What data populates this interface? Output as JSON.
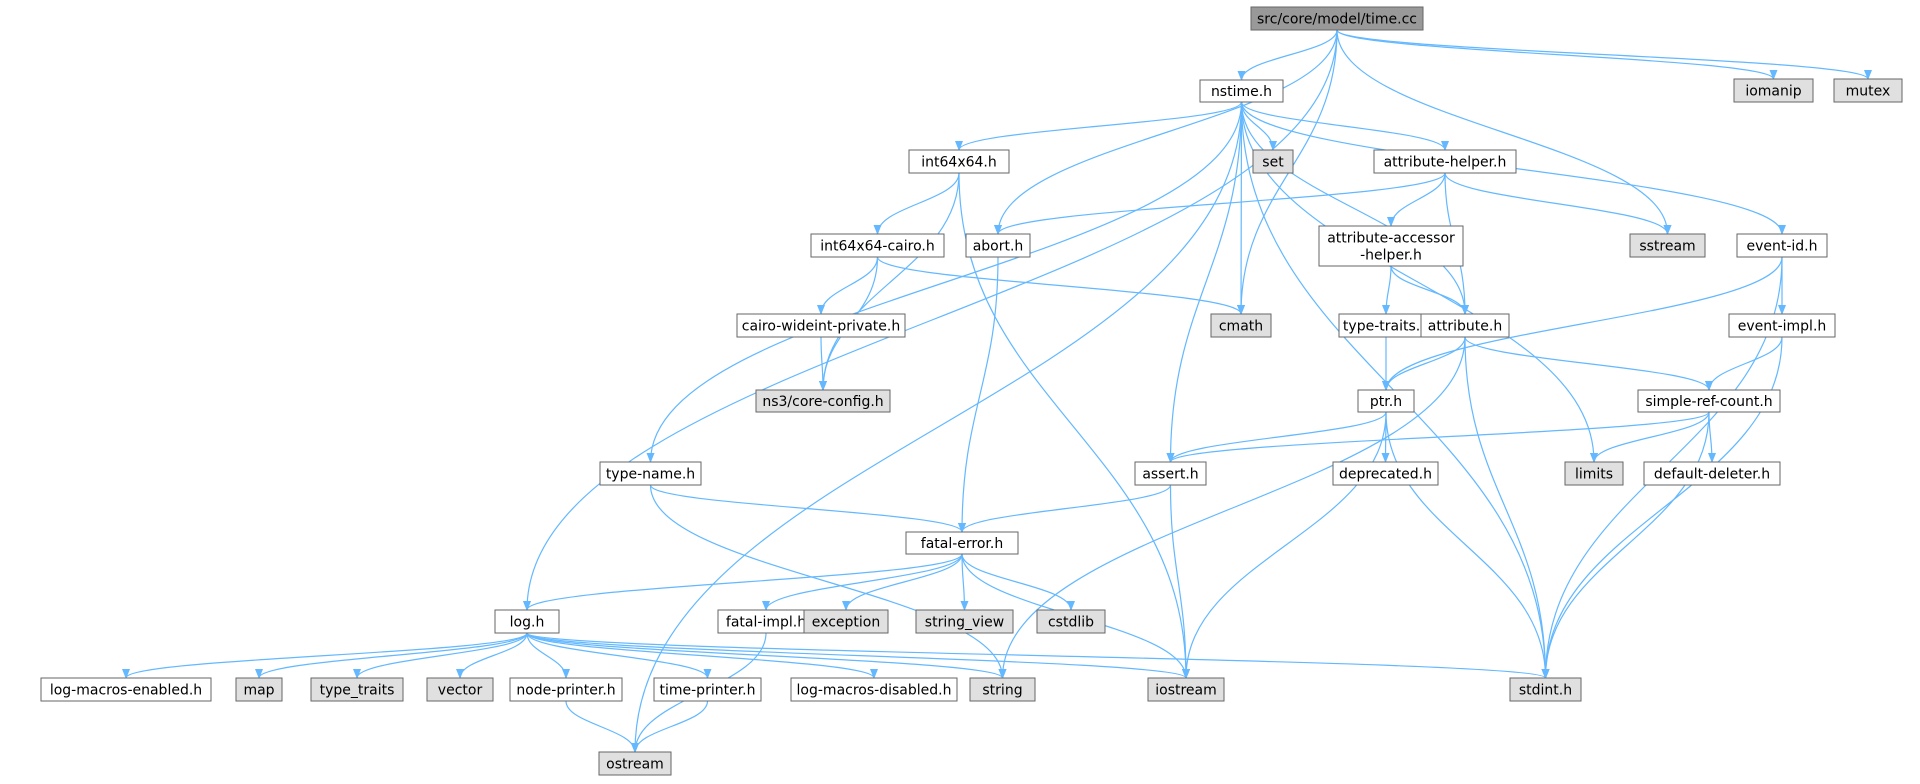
{
  "colors": {
    "edge": "#63B8FF",
    "root_fill": "#999999",
    "header_fill": "#FFFFFF",
    "system_fill": "#E0E0E0",
    "border": "#666666"
  },
  "nodes": {
    "root": {
      "label": [
        "src/core/model/time.cc"
      ],
      "kind": "root"
    },
    "nstime": {
      "label": [
        "nstime.h"
      ],
      "kind": "header"
    },
    "iomanip": {
      "label": [
        "iomanip"
      ],
      "kind": "system"
    },
    "mutex": {
      "label": [
        "mutex"
      ],
      "kind": "system"
    },
    "int64x64": {
      "label": [
        "int64x64.h"
      ],
      "kind": "header"
    },
    "set": {
      "label": [
        "set"
      ],
      "kind": "system"
    },
    "attrhelper": {
      "label": [
        "attribute-helper.h"
      ],
      "kind": "header"
    },
    "int64cairo": {
      "label": [
        "int64x64-cairo.h"
      ],
      "kind": "header"
    },
    "abort": {
      "label": [
        "abort.h"
      ],
      "kind": "header"
    },
    "accessor": {
      "label": [
        "attribute-accessor",
        "-helper.h"
      ],
      "kind": "header"
    },
    "sstream": {
      "label": [
        "sstream"
      ],
      "kind": "system"
    },
    "eventid": {
      "label": [
        "event-id.h"
      ],
      "kind": "header"
    },
    "cairowide": {
      "label": [
        "cairo-wideint-private.h"
      ],
      "kind": "header"
    },
    "cmath": {
      "label": [
        "cmath"
      ],
      "kind": "system"
    },
    "typetraits": {
      "label": [
        "type-traits.h"
      ],
      "kind": "header"
    },
    "attribute": {
      "label": [
        "attribute.h"
      ],
      "kind": "header"
    },
    "eventimpl": {
      "label": [
        "event-impl.h"
      ],
      "kind": "header"
    },
    "coreconfig": {
      "label": [
        "ns3/core-config.h"
      ],
      "kind": "system"
    },
    "ptr": {
      "label": [
        "ptr.h"
      ],
      "kind": "header"
    },
    "simpleref": {
      "label": [
        "simple-ref-count.h"
      ],
      "kind": "header"
    },
    "typename": {
      "label": [
        "type-name.h"
      ],
      "kind": "header"
    },
    "assert": {
      "label": [
        "assert.h"
      ],
      "kind": "header"
    },
    "deprecated": {
      "label": [
        "deprecated.h"
      ],
      "kind": "header"
    },
    "limits": {
      "label": [
        "limits"
      ],
      "kind": "system"
    },
    "defdeleter": {
      "label": [
        "default-deleter.h"
      ],
      "kind": "header"
    },
    "fatalerror": {
      "label": [
        "fatal-error.h"
      ],
      "kind": "header"
    },
    "log": {
      "label": [
        "log.h"
      ],
      "kind": "header"
    },
    "fatalimpl": {
      "label": [
        "fatal-impl.h"
      ],
      "kind": "header"
    },
    "exception": {
      "label": [
        "exception"
      ],
      "kind": "system"
    },
    "stringview": {
      "label": [
        "string_view"
      ],
      "kind": "system"
    },
    "cstdlib": {
      "label": [
        "cstdlib"
      ],
      "kind": "system"
    },
    "logmacen": {
      "label": [
        "log-macros-enabled.h"
      ],
      "kind": "header"
    },
    "map": {
      "label": [
        "map"
      ],
      "kind": "system"
    },
    "typetraits_sys": {
      "label": [
        "type_traits"
      ],
      "kind": "system"
    },
    "vector": {
      "label": [
        "vector"
      ],
      "kind": "system"
    },
    "nodeprinter": {
      "label": [
        "node-printer.h"
      ],
      "kind": "header"
    },
    "timeprinter": {
      "label": [
        "time-printer.h"
      ],
      "kind": "header"
    },
    "logmacdis": {
      "label": [
        "log-macros-disabled.h"
      ],
      "kind": "header"
    },
    "string": {
      "label": [
        "string"
      ],
      "kind": "system"
    },
    "iostream": {
      "label": [
        "iostream"
      ],
      "kind": "system"
    },
    "stdint": {
      "label": [
        "stdint.h"
      ],
      "kind": "system"
    },
    "ostream": {
      "label": [
        "ostream"
      ],
      "kind": "system"
    }
  },
  "edges": [
    [
      "root",
      "nstime"
    ],
    [
      "root",
      "iomanip"
    ],
    [
      "root",
      "mutex"
    ],
    [
      "root",
      "sstream"
    ],
    [
      "root",
      "cmath"
    ],
    [
      "root",
      "abort"
    ],
    [
      "root",
      "log"
    ],
    [
      "nstime",
      "int64x64"
    ],
    [
      "nstime",
      "set"
    ],
    [
      "nstime",
      "attrhelper"
    ],
    [
      "nstime",
      "eventid"
    ],
    [
      "nstime",
      "attribute"
    ],
    [
      "nstime",
      "limits"
    ],
    [
      "nstime",
      "cmath"
    ],
    [
      "nstime",
      "assert"
    ],
    [
      "nstime",
      "stdint"
    ],
    [
      "nstime",
      "typename"
    ],
    [
      "nstime",
      "ostream"
    ],
    [
      "int64x64",
      "int64cairo"
    ],
    [
      "int64x64",
      "coreconfig"
    ],
    [
      "int64x64",
      "iostream"
    ],
    [
      "int64cairo",
      "cairowide"
    ],
    [
      "int64cairo",
      "coreconfig"
    ],
    [
      "int64cairo",
      "cmath"
    ],
    [
      "cairowide",
      "coreconfig"
    ],
    [
      "attrhelper",
      "abort"
    ],
    [
      "attrhelper",
      "accessor"
    ],
    [
      "attrhelper",
      "sstream"
    ],
    [
      "attrhelper",
      "attribute"
    ],
    [
      "accessor",
      "typetraits"
    ],
    [
      "accessor",
      "attribute"
    ],
    [
      "typetraits",
      "ptr"
    ],
    [
      "attribute",
      "ptr"
    ],
    [
      "attribute",
      "simpleref"
    ],
    [
      "attribute",
      "stdint"
    ],
    [
      "attribute",
      "string"
    ],
    [
      "eventid",
      "ptr"
    ],
    [
      "eventid",
      "eventimpl"
    ],
    [
      "eventid",
      "stdint"
    ],
    [
      "eventimpl",
      "simpleref"
    ],
    [
      "eventimpl",
      "stdint"
    ],
    [
      "simpleref",
      "assert"
    ],
    [
      "simpleref",
      "limits"
    ],
    [
      "simpleref",
      "defdeleter"
    ],
    [
      "simpleref",
      "stdint"
    ],
    [
      "ptr",
      "assert"
    ],
    [
      "ptr",
      "deprecated"
    ],
    [
      "ptr",
      "iostream"
    ],
    [
      "ptr",
      "stdint"
    ],
    [
      "abort",
      "fatalerror"
    ],
    [
      "typename",
      "fatalerror"
    ],
    [
      "typename",
      "string"
    ],
    [
      "assert",
      "fatalerror"
    ],
    [
      "assert",
      "iostream"
    ],
    [
      "fatalerror",
      "log"
    ],
    [
      "fatalerror",
      "fatalimpl"
    ],
    [
      "fatalerror",
      "exception"
    ],
    [
      "fatalerror",
      "stringview"
    ],
    [
      "fatalerror",
      "cstdlib"
    ],
    [
      "fatalerror",
      "iostream"
    ],
    [
      "fatalimpl",
      "ostream"
    ],
    [
      "log",
      "logmacen"
    ],
    [
      "log",
      "map"
    ],
    [
      "log",
      "typetraits_sys"
    ],
    [
      "log",
      "vector"
    ],
    [
      "log",
      "nodeprinter"
    ],
    [
      "log",
      "timeprinter"
    ],
    [
      "log",
      "logmacdis"
    ],
    [
      "log",
      "string"
    ],
    [
      "log",
      "iostream"
    ],
    [
      "log",
      "stdint"
    ],
    [
      "nodeprinter",
      "ostream"
    ],
    [
      "timeprinter",
      "ostream"
    ]
  ]
}
